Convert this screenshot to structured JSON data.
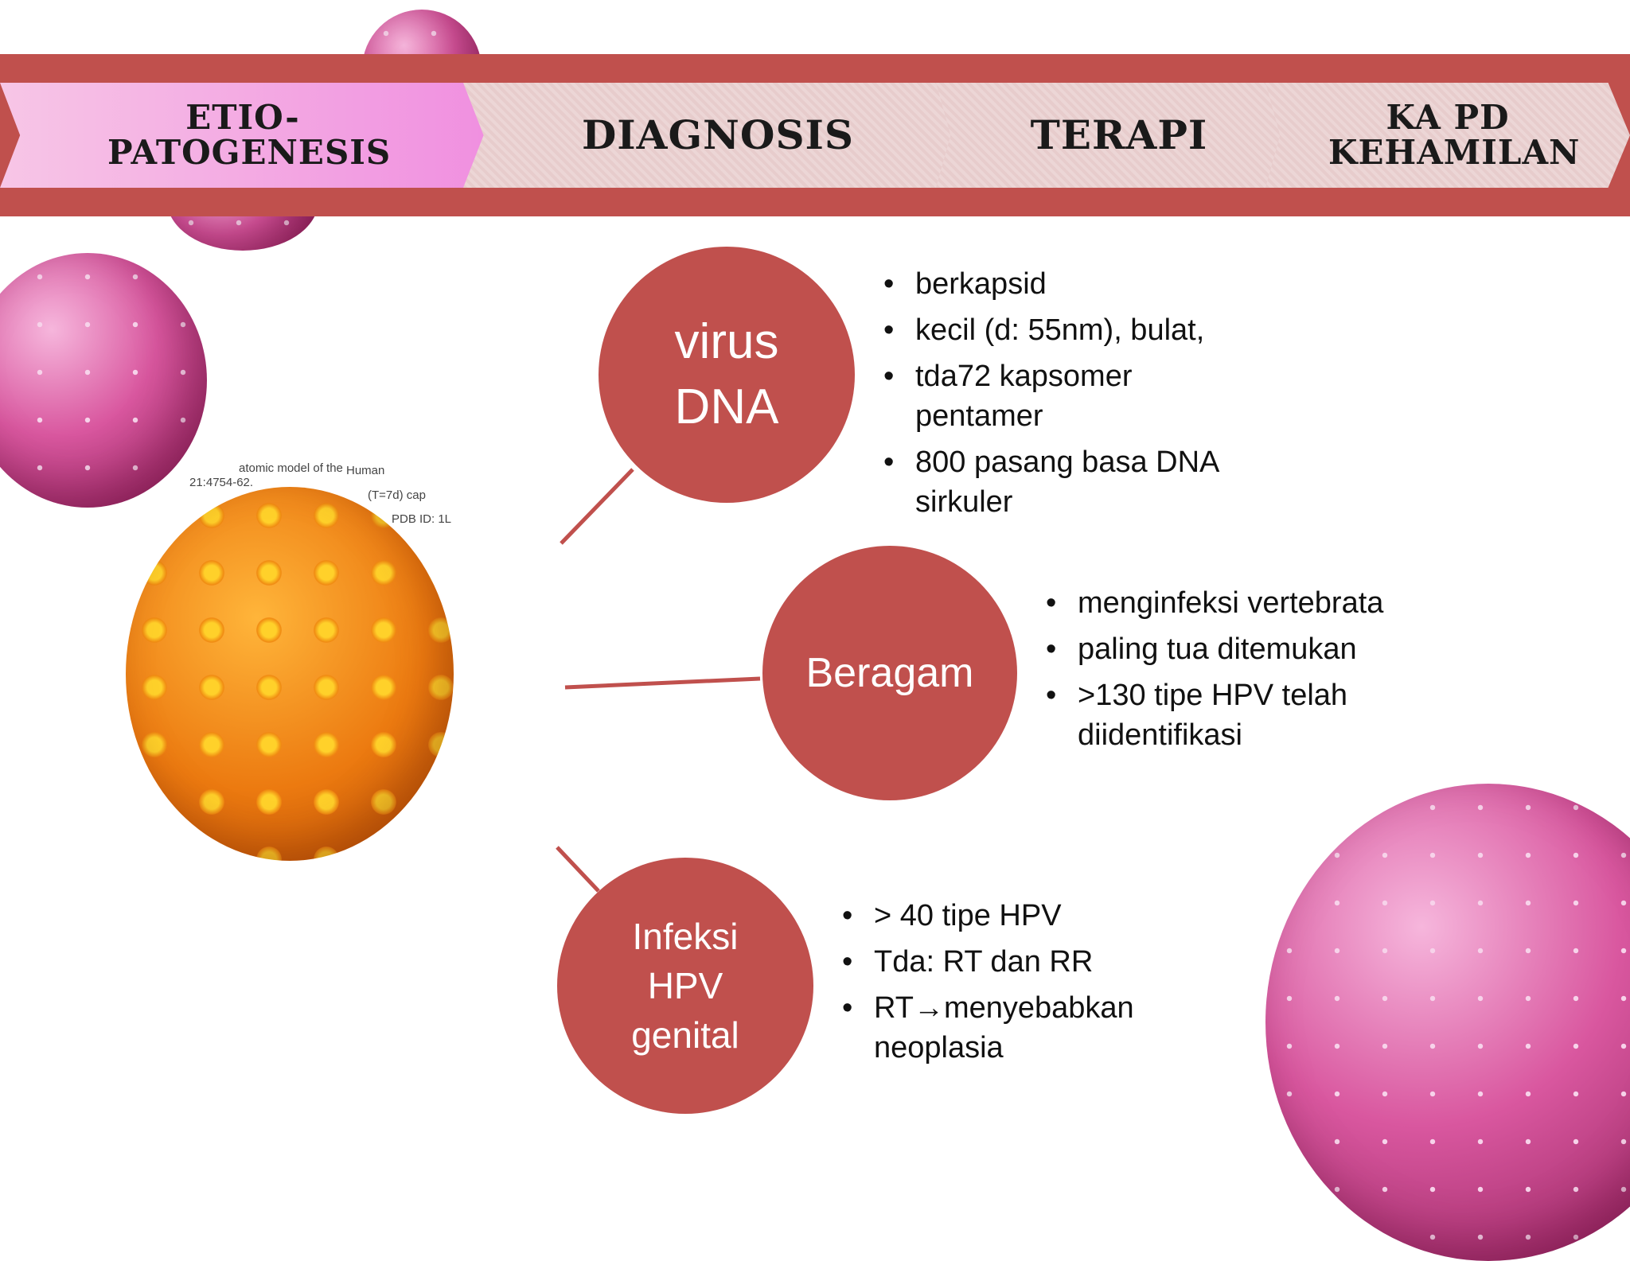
{
  "nav": {
    "items": [
      {
        "label": "Etio-patogenesis"
      },
      {
        "label": "Diagnosis"
      },
      {
        "label": "Terapi"
      },
      {
        "label": "KA pd Kehamilan"
      }
    ]
  },
  "image_caption": {
    "line1": "atomic model of the",
    "line2": "Human",
    "line3": "21:4754-62.",
    "line4": "(T=7d) cap",
    "line5": "PDB ID: 1L"
  },
  "nodes": [
    {
      "label": "virus DNA",
      "bullets": [
        "berkapsid",
        "kecil (d: 55nm), bulat,",
        "tda72 kapsomer pentamer",
        "800 pasang basa DNA sirkuler"
      ]
    },
    {
      "label": "Beragam",
      "bullets": [
        "menginfeksi vertebrata",
        "paling tua ditemukan",
        ">130 tipe HPV telah diidentifikasi"
      ]
    },
    {
      "label": "Infeksi HPV genital",
      "bullets": [
        "> 40 tipe HPV",
        "Tda: RT dan RR",
        "RT→menyebabkan neoplasia"
      ]
    }
  ],
  "colors": {
    "accent": "#c0504d",
    "active_tab": "#f08ee0"
  }
}
